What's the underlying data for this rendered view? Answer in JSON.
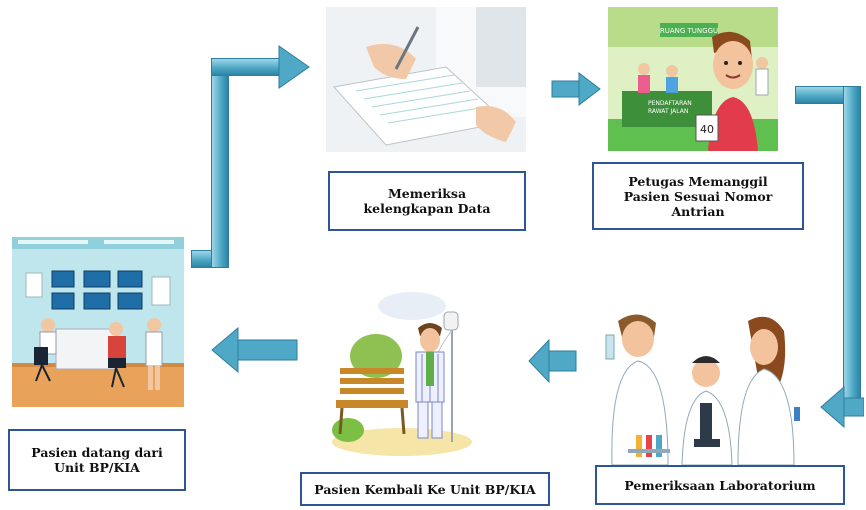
{
  "steps": {
    "step1": {
      "lines": [
        "Pasien datang dari",
        "Unit  BP/KIA"
      ]
    },
    "step2": {
      "lines": [
        "Memeriksa",
        "kelengkapan Data"
      ]
    },
    "step3": {
      "lines": [
        "Petugas Memanggil",
        "Pasien Sesuai Nomor",
        "Antrian"
      ]
    },
    "step4": {
      "lines": [
        "Pemeriksaan Laboratorium"
      ]
    },
    "step5": {
      "lines": [
        "Pasien Kembali Ke Unit BP/KIA"
      ]
    }
  },
  "image_texts": {
    "waiting_room_sign": "RUANG TUNGGU",
    "registration_sign": [
      "PENDAFTARAN",
      "RAWAT JALAN"
    ],
    "queue_number": "40"
  },
  "colors": {
    "box_border": "#2f5597",
    "arrow_fill": "#4fa9c6",
    "arrow_edge": "#2d7d9c"
  }
}
